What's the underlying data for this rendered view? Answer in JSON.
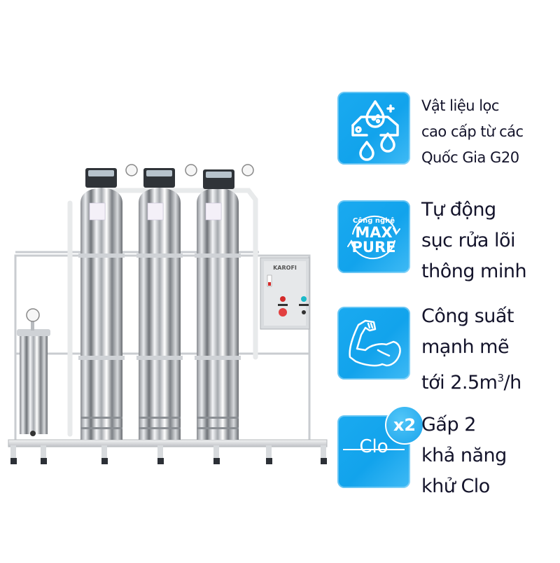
{
  "product": {
    "image_alt": "Stainless steel 3-tank water filtration system with pre-filter housing and control box",
    "control_box_brand": "KAROFI",
    "tank_count": 3
  },
  "features": [
    {
      "icon": "water-drops-filter-icon",
      "lines": [
        "Vật liệu lọc",
        "cao cấp từ các",
        "Quốc Gia G20"
      ]
    },
    {
      "icon": "max-pure-cycle-icon",
      "icon_text": {
        "top": "Công nghệ",
        "line1": "MAX",
        "line2": "PURE"
      },
      "lines": [
        "Tự động",
        "sục rửa lõi",
        "thông minh"
      ]
    },
    {
      "icon": "flexed-arm-icon",
      "lines": [
        "Công suất",
        "mạnh mẽ",
        "tới 2.5m",
        "3",
        "/h"
      ]
    },
    {
      "icon": "chlorine-strikethrough-icon",
      "icon_text": {
        "label": "Clo",
        "badge": "x2"
      },
      "lines": [
        "Gấp 2",
        "khả năng",
        "khử Clo"
      ]
    }
  ],
  "colors": {
    "icon_blue": "#12a3ec",
    "text_dark": "#14142b"
  }
}
